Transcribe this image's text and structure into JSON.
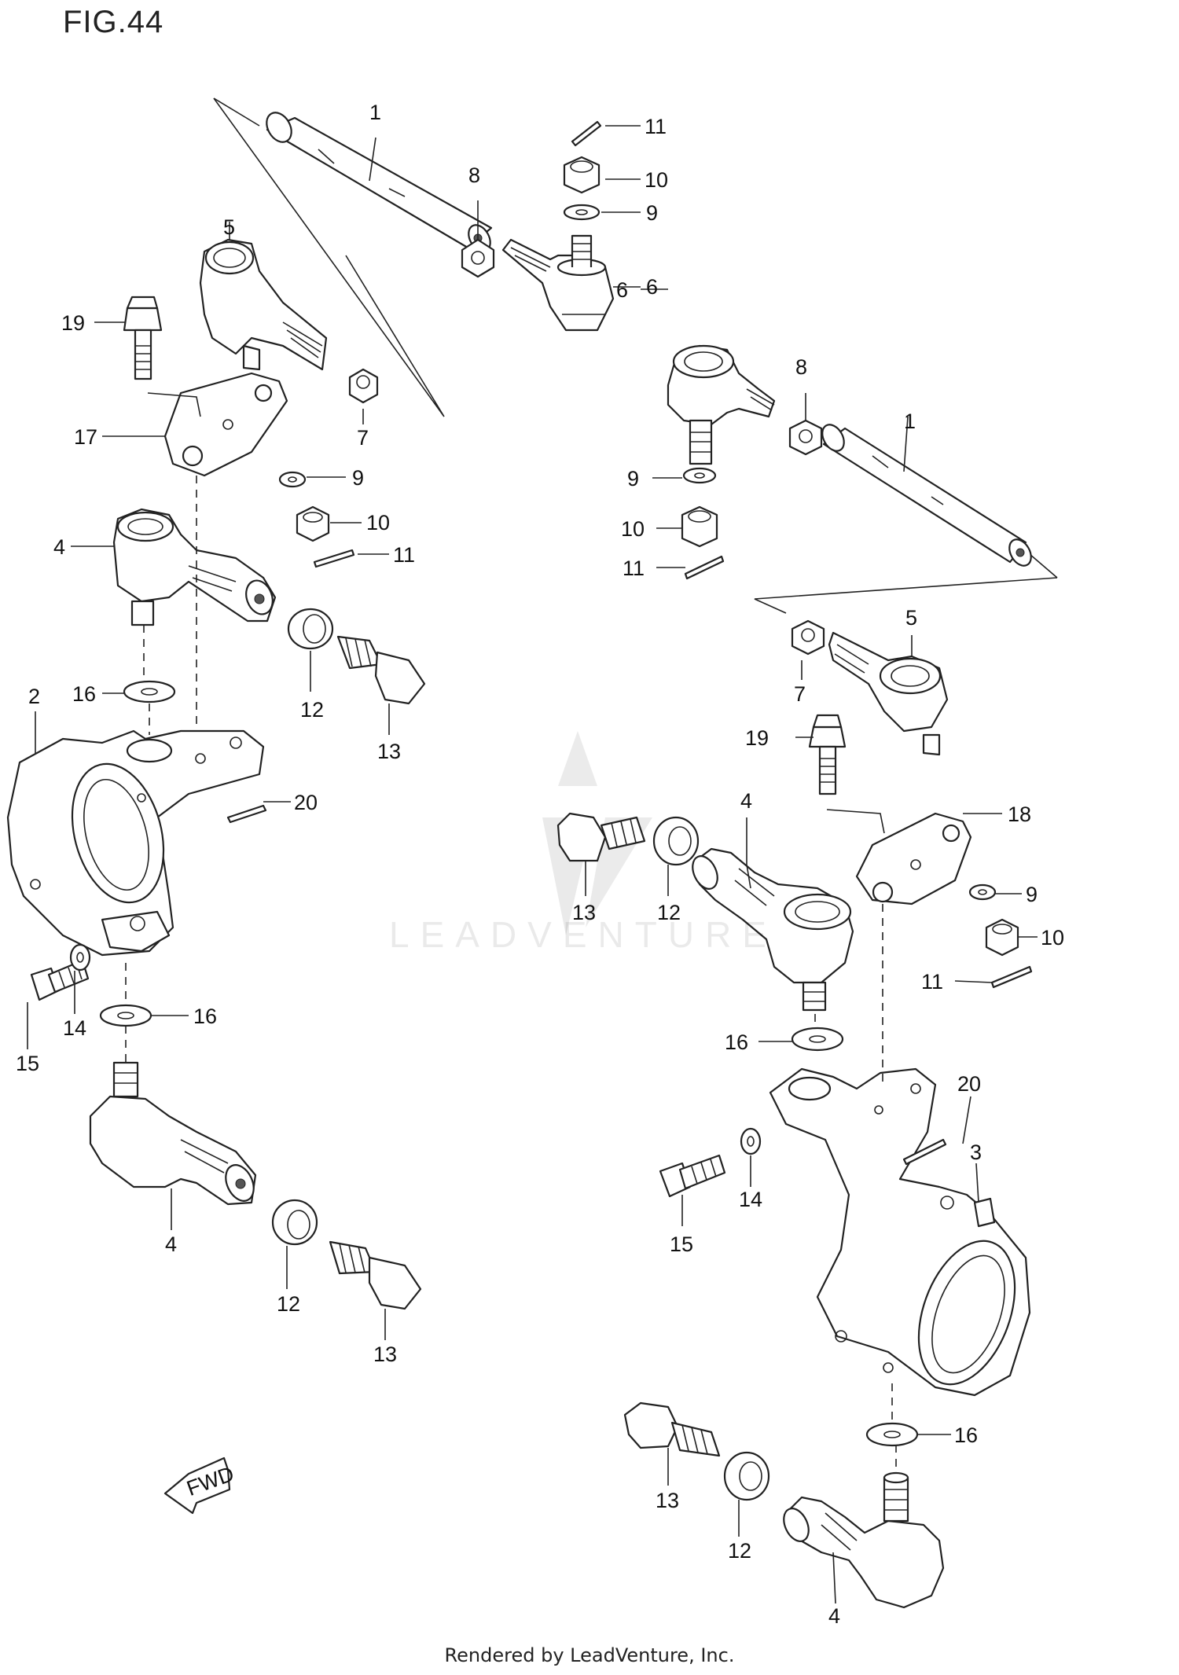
{
  "figure": {
    "title": "FIG.44",
    "footer": "Rendered by LeadVenture, Inc.",
    "watermark": "LEADVENTURE",
    "fwd_label": "FWD"
  },
  "callouts": [
    {
      "id": "c1a",
      "text": "1"
    },
    {
      "id": "c11a",
      "text": "11"
    },
    {
      "id": "c10a",
      "text": "10"
    },
    {
      "id": "c9a",
      "text": "9"
    },
    {
      "id": "c8a",
      "text": "8"
    },
    {
      "id": "c6a",
      "text": "6"
    },
    {
      "id": "c5a",
      "text": "5"
    },
    {
      "id": "c19a",
      "text": "19"
    },
    {
      "id": "c7a",
      "text": "7"
    },
    {
      "id": "c17",
      "text": "17"
    },
    {
      "id": "c9b",
      "text": "9"
    },
    {
      "id": "c10b",
      "text": "10"
    },
    {
      "id": "c4a",
      "text": "4"
    },
    {
      "id": "c11b",
      "text": "11"
    },
    {
      "id": "c16a",
      "text": "16"
    },
    {
      "id": "c12a",
      "text": "12"
    },
    {
      "id": "c13a",
      "text": "13"
    },
    {
      "id": "c2",
      "text": "2"
    },
    {
      "id": "c20a",
      "text": "20"
    },
    {
      "id": "c15a",
      "text": "15"
    },
    {
      "id": "c14a",
      "text": "14"
    },
    {
      "id": "c16b",
      "text": "16"
    },
    {
      "id": "c4b",
      "text": "4"
    },
    {
      "id": "c12b",
      "text": "12"
    },
    {
      "id": "c13b",
      "text": "13"
    },
    {
      "id": "c6b",
      "text": "6"
    },
    {
      "id": "c8b",
      "text": "8"
    },
    {
      "id": "c1b",
      "text": "1"
    },
    {
      "id": "c9c",
      "text": "9"
    },
    {
      "id": "c10c",
      "text": "10"
    },
    {
      "id": "c11c",
      "text": "11"
    },
    {
      "id": "c5b",
      "text": "5"
    },
    {
      "id": "c7b",
      "text": "7"
    },
    {
      "id": "c19b",
      "text": "19"
    },
    {
      "id": "c18",
      "text": "18"
    },
    {
      "id": "c13c",
      "text": "13"
    },
    {
      "id": "c4c",
      "text": "4"
    },
    {
      "id": "c12c",
      "text": "12"
    },
    {
      "id": "c9d",
      "text": "9"
    },
    {
      "id": "c10d",
      "text": "10"
    },
    {
      "id": "c11d",
      "text": "11"
    },
    {
      "id": "c16c",
      "text": "16"
    },
    {
      "id": "c20b",
      "text": "20"
    },
    {
      "id": "c3",
      "text": "3"
    },
    {
      "id": "c14b",
      "text": "14"
    },
    {
      "id": "c15b",
      "text": "15"
    },
    {
      "id": "c16d",
      "text": "16"
    },
    {
      "id": "c13d",
      "text": "13"
    },
    {
      "id": "c12d",
      "text": "12"
    },
    {
      "id": "c4d",
      "text": "4"
    }
  ]
}
